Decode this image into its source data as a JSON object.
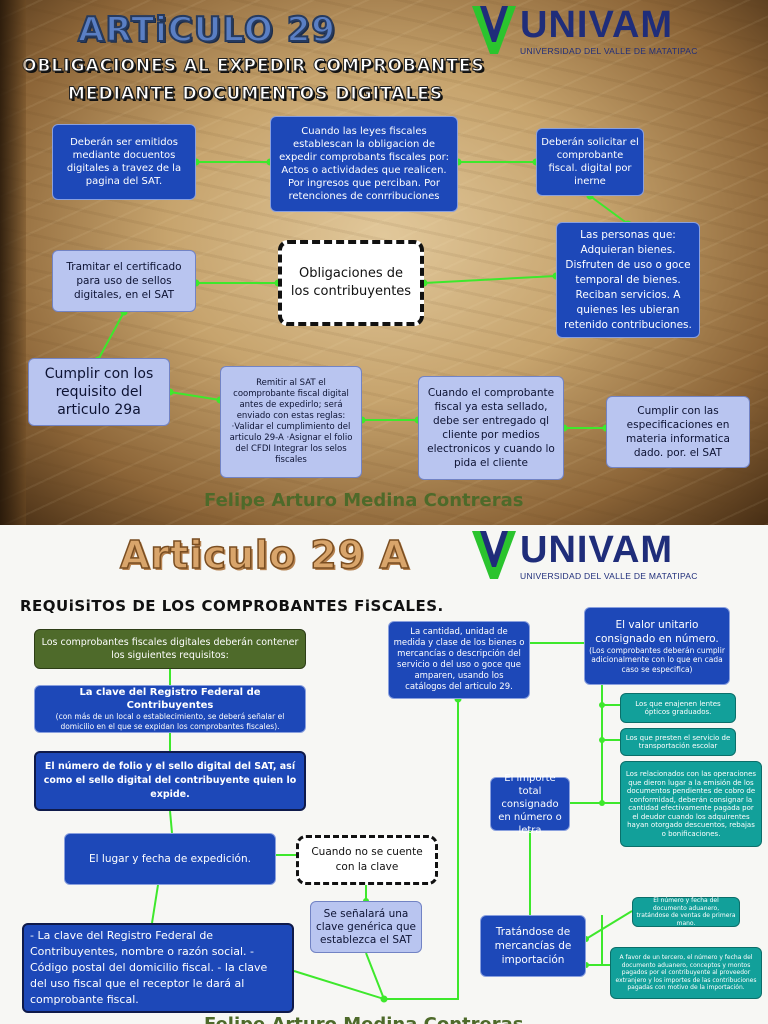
{
  "top": {
    "title": "ARTiCULO 29",
    "subtitle_line1": "OBLiGACiONES AL EXPEDiR COMPROBANTES",
    "subtitle_line2": "MEDIANTE DOCUMENTOS DiGiTALES",
    "logo_name": "UNIVAM",
    "logo_sub": "UNIVERSIDAD DEL VALLE DE MATATIPAC",
    "center_box": "Obligaciones de los contribuyentes",
    "box_sat_page": "Deberán ser emitidos mediante docuentos digitales a travez de la pagina del SAT.",
    "box_laws": "Cuando las leyes fiscales establescan la obligacion de expedir comprobants fiscales por: Actos o actividades que realicen. Por ingresos que perciban. Por retenciones de conrribuciones",
    "box_request": "Deberán solicitar el comprobante fiscal. digital por inerne",
    "box_persons": "Las personas que: Adquieran bienes. Disfruten de uso o goce temporal de bienes. Reciban servicios. A quienes les ubieran retenido contribuciones.",
    "box_certificate": "Tramitar el certificado para uso de sellos digitales, en el SAT",
    "box_requirements": "Cumplir con los requisito del articulo 29a",
    "box_remit": "Remitir al SAT el coomprobante fiscal digital antes de expedirlo; será enviado con estas reglas: ·Validar el cumplimiento del articulo 29-A ·Asignar el folio del CFDI Integrar los selos fiscales",
    "box_delivered": "Cuando el comprobante fiscal ya esta sellado, debe ser entregado ql cliente por medios electronicos y cuando lo pida el cliente",
    "box_specs": "Cumplir con las especificaciones en materia informatica dado. por. el SAT",
    "signature": "Felipe Arturo Medina Contreras"
  },
  "bottom": {
    "title": "Articulo 29 A",
    "subtitle": "REQUiSiTOS DE LOS COMPROBANTES FiSCALES.",
    "logo_name": "UNIVAM",
    "logo_sub": "UNIVERSIDAD DEL VALLE DE MATATIPAC",
    "box_intro": "Los comprobantes fiscales digitales  deberán contener los siguientes requisitos:",
    "box_rfc_title": "La clave del Registro Federal de Contribuyentes",
    "box_rfc_note": "(con más de un local o establecimiento, se deberá señalar el domicilio en el que se expidan los comprobantes fiscales).",
    "box_folio": "El número de folio y el sello digital del SAT, así como el sello digital del contribuyente quien lo expide.",
    "box_place": "El lugar y fecha de expedición.",
    "box_no_key": "Cuando no se cuente con la clave",
    "box_generic": "Se señalará una clave genérica que establezca el SAT",
    "box_list": "-  La clave del Registro Federal de Contribuyentes, nombre o razón social. -  Código postal del domicilio fiscal. -  la clave del uso fiscal que el receptor le dará al comprobante fiscal.",
    "box_quantity": "La cantidad, unidad de medida y clase de los bienes o mercancías o descripción del servicio o del uso o goce que amparen, usando los catálogos del articulo 29.",
    "box_unit_value": "El valor unitario consignado en número.",
    "box_unit_value_note": "(Los comprobantes deberán cumplir adicionalmente con lo que en cada caso se especifica)",
    "box_lenses": "Los que enajenen lentes ópticos graduados.",
    "box_transport": "Los que presten el servicio de transportación escolar",
    "box_related": "Los relacionados con las operaciones que dieron lugar a la emisión de los documentos pendientes de cobro de conformidad, deberán consignar la cantidad efectivamente pagada por el deudor cuando los adquirentes hayan otorgado descuentos, rebajas o bonificaciones.",
    "box_total": "El importe total consignado en número o letra",
    "box_import": "Tratándose de mercancías de importación",
    "box_customs": "El número y fecha del documento aduanero, tratándose de ventas de primera mano.",
    "box_third": "A favor de un tercero, el número y fecha del documento aduanero, conceptos y montos pagados por el contribuyente al proveedor extranjero y los importes de las contribuciones pagadas con motivo de la importación.",
    "signature": "Felipe Arturo Medina Contreras"
  },
  "colors": {
    "box_blue": "#1d48b8",
    "box_lavender": "#b9c5f0",
    "teal": "#12a09a",
    "olive": "#4e6a2a",
    "arrow_green": "#3ee82c",
    "logo_navy": "#1f2d7a"
  },
  "icons": [
    "univam-v-logo-icon"
  ]
}
